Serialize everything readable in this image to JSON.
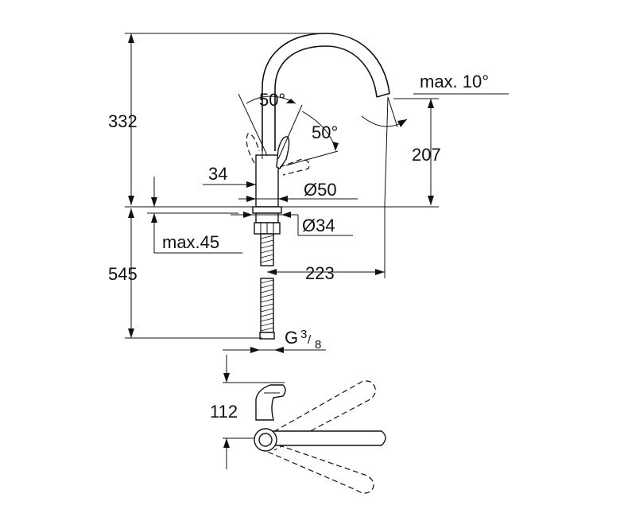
{
  "colors": {
    "ink": "#111111",
    "background": "#ffffff"
  },
  "labels": {
    "total_height": "332",
    "spout_height": "207",
    "spout_tilt": "max. 10°",
    "lever_angle_top": "50°",
    "lever_angle_side": "50°",
    "lever_offset": "34",
    "body_diameter": "Ø50",
    "hole_diameter": "Ø34",
    "deck_thickness": "max.45",
    "below_deck_length": "545",
    "spout_reach": "223",
    "connection_thread": "G",
    "connection_size_num": "3",
    "connection_size_den": "8",
    "lever_depth": "112"
  }
}
